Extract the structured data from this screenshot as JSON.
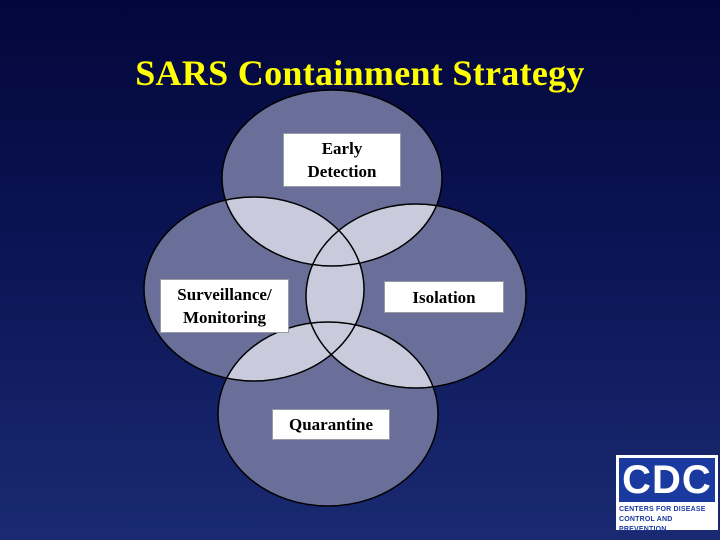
{
  "title": "SARS Containment Strategy",
  "nodes": {
    "early_detection": {
      "line1": "Early",
      "line2": "Detection"
    },
    "surveillance": {
      "line1": "Surveillance/",
      "line2": "Monitoring"
    },
    "isolation": {
      "line1": "Isolation"
    },
    "quarantine": {
      "line1": "Quarantine"
    }
  },
  "logo": {
    "mark": "CDC",
    "line1": "Centers for Disease",
    "line2": "Control and Prevention"
  },
  "colors": {
    "title": "#ffff00",
    "circle_fill": "#6a6f9a",
    "circle_stroke": "#000000",
    "overlap_fill": "#c9cbdc",
    "logo_blue": "#1a3aa0"
  }
}
